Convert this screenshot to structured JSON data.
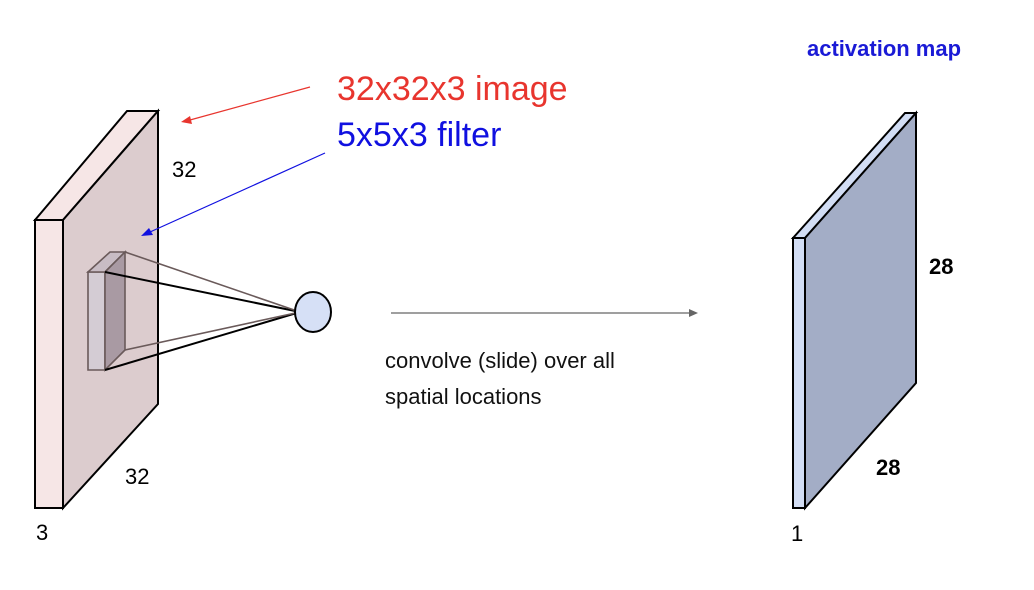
{
  "title": "activation map",
  "image_label": "32x32x3 image",
  "filter_label": "5x5x3 filter",
  "input": {
    "height_label": "32",
    "width_label": "32",
    "depth_label": "3"
  },
  "operation": {
    "line1": "convolve (slide) over all",
    "line2": "spatial locations"
  },
  "output": {
    "height_label": "28",
    "width_label": "28",
    "depth_label": "1"
  },
  "colors": {
    "image_text": "#e8352e",
    "filter_text": "#1010e0",
    "title_text": "#1a1ad6",
    "input_front": "#f6e6e6",
    "input_face": "#dcccce",
    "output_front": "#d2ddf4",
    "output_face": "#a3adc6",
    "neuron": "#d6e0f6"
  }
}
